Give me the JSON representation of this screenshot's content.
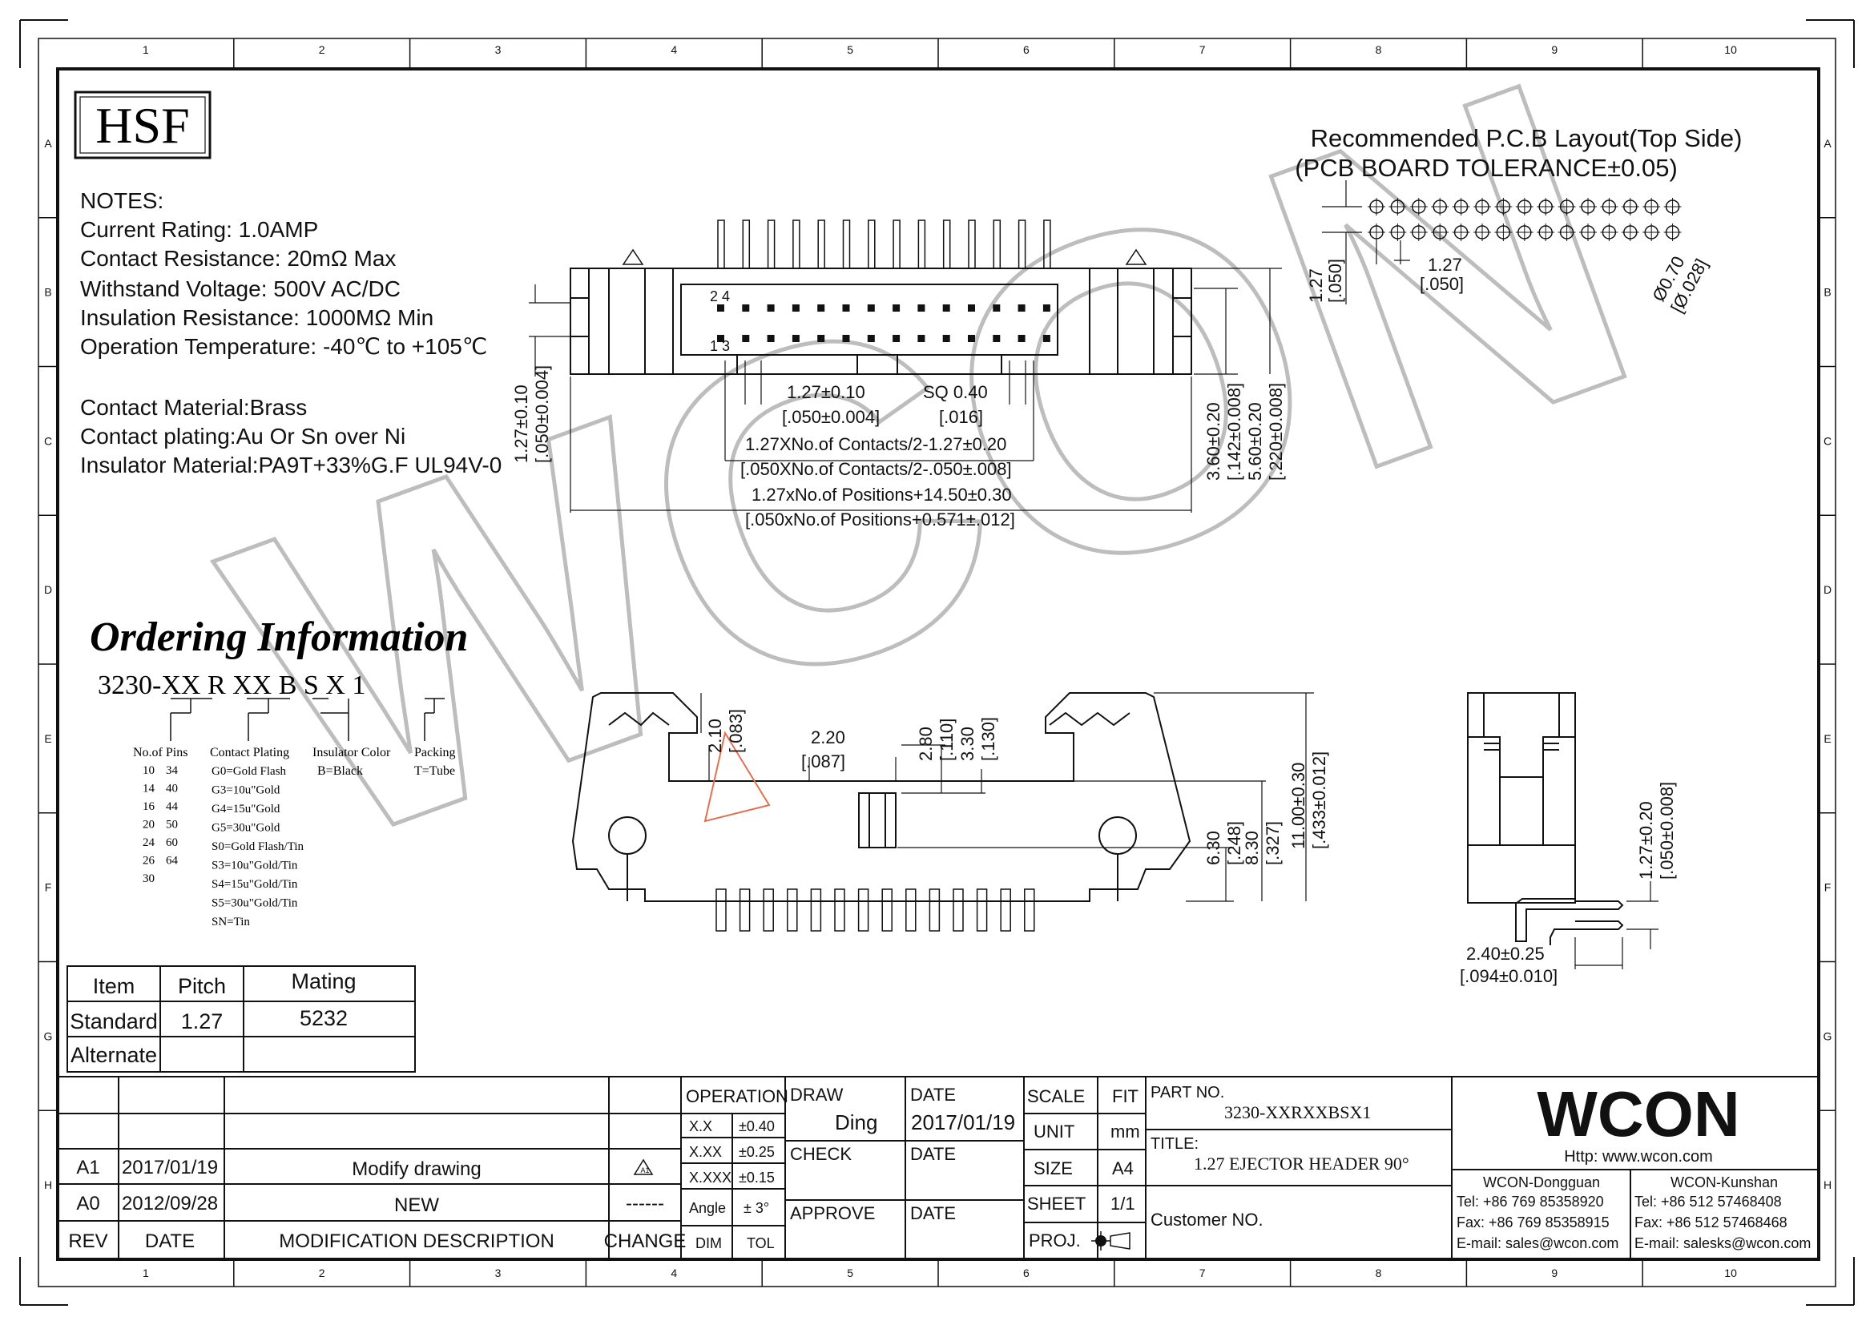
{
  "zones": {
    "columns": [
      "1",
      "2",
      "3",
      "4",
      "5",
      "6",
      "7",
      "8",
      "9",
      "10"
    ],
    "rows": [
      "A",
      "B",
      "C",
      "D",
      "E",
      "F",
      "G",
      "H"
    ]
  },
  "logo_text": "HSF",
  "watermark": "WCON",
  "notes": {
    "heading": "NOTES:",
    "lines": [
      "Current Rating: 1.0AMP",
      "Contact Resistance: 20mΩ Max",
      "Withstand Voltage: 500V AC/DC",
      "Insulation Resistance: 1000MΩ Min",
      "Operation Temperature: -40℃ to +105℃"
    ],
    "material_lines": [
      "Contact Material:Brass",
      "Contact plating:Au Or Sn over Ni",
      "Insulator Material:PA9T+33%G.F UL94V-0"
    ]
  },
  "pcb": {
    "title": "Recommended P.C.B Layout(Top Side)",
    "tolerance": "(PCB BOARD TOLERANCE±0.05)",
    "dim_vertical": "1.27",
    "dim_vertical_in": "[.050]",
    "dim_horizontal": "1.27",
    "dim_horizontal_in": "[.050]",
    "hole": "Ø0.70",
    "hole_in": "[Ø.028]"
  },
  "top_view": {
    "pin_label_top": "2  4",
    "pin_label_bottom": "1  3",
    "dim_pitch": "1.27±0.10",
    "dim_pitch_in": "[.050±0.004]",
    "dim_sq": "SQ 0.40",
    "dim_sq_in": "[.016]",
    "dim_contacts": "1.27XNo.of  Contacts/2-1.27±0.20",
    "dim_contacts_in": "[.050XNo.of  Contacts/2-.050±.008]",
    "dim_positions": "1.27xNo.of  Positions+14.50±0.30",
    "dim_positions_in": "[.050xNo.of  Positions+0.571±.012]",
    "dim_left": "1.27±0.10",
    "dim_left_in": "[.050±0.004]",
    "dim_r1": "3.60±0.20",
    "dim_r1_in": "[.142±0.008]",
    "dim_r2": "5.60±0.20",
    "dim_r2_in": "[.220±0.008]",
    "rev_mark": "A1"
  },
  "side_view": {
    "dim_a": "2.10",
    "dim_a_in": "[.083]",
    "dim_b": "2.20",
    "dim_b_in": "[.087]",
    "dim_c": "2.80",
    "dim_c_in": "[.110]",
    "dim_d": "3.30",
    "dim_d_in": "[.130]",
    "dim_e": "6.30",
    "dim_e_in": "[.248]",
    "dim_f": "8.30",
    "dim_f_in": "[.327]",
    "dim_g": "11.00±0.30",
    "dim_g_in": "[.433±0.012]"
  },
  "end_view": {
    "dim_h": "1.27±0.20",
    "dim_h_in": "[.050±0.008]",
    "dim_w": "2.40±0.25",
    "dim_w_in": "[.094±0.010]"
  },
  "ordering": {
    "title": "Ordering Information",
    "code_parts": [
      "3230-",
      "XX",
      " R ",
      "XX",
      " B ",
      "S ",
      "X",
      " 1"
    ],
    "labels": {
      "pins": "No.of Pins",
      "plating": "Contact Plating",
      "color": "Insulator Color",
      "packing": "Packing"
    },
    "pins_col1": [
      "10",
      "14",
      "16",
      "20",
      "24",
      "26",
      "30"
    ],
    "pins_col2": [
      "34",
      "40",
      "44",
      "50",
      "60",
      "64"
    ],
    "plating_options": [
      "G0=Gold Flash",
      "G3=10u\"Gold",
      "G4=15u\"Gold",
      "G5=30u\"Gold",
      "S0=Gold Flash/Tin",
      "S3=10u\"Gold/Tin",
      "S4=15u\"Gold/Tin",
      "S5=30u\"Gold/Tin",
      "SN=Tin"
    ],
    "color_options": [
      "B=Black"
    ],
    "packing_options": [
      "T=Tube"
    ]
  },
  "spec_table": {
    "headers": [
      "Item",
      "Pitch",
      "Mating"
    ],
    "rows": [
      [
        "Standard",
        "1.27",
        "5232"
      ],
      [
        "Alternate",
        "",
        ""
      ]
    ]
  },
  "revisions": {
    "headers": [
      "REV",
      "DATE",
      "MODIFICATION  DESCRIPTION",
      "CHANGE"
    ],
    "rows": [
      {
        "rev": "A1",
        "date": "2017/01/19",
        "desc": "Modify drawing",
        "change": "A1"
      },
      {
        "rev": "A0",
        "date": "2012/09/28",
        "desc": "NEW",
        "change": "------"
      }
    ]
  },
  "tolerances": {
    "heading": "OPERATION",
    "rows": [
      [
        "X.X",
        "±0.40"
      ],
      [
        "X.XX",
        "±0.25"
      ],
      [
        "X.XXX",
        "±0.15"
      ],
      [
        "Angle",
        "± 3°"
      ]
    ],
    "footer": [
      "DIM",
      "TOL"
    ]
  },
  "title_block": {
    "draw_label": "DRAW",
    "draw_value": "Ding",
    "date_label": "DATE",
    "date_value": "2017/01/19",
    "check_label": "CHECK",
    "approve_label": "APPROVE",
    "scale_label": "SCALE",
    "scale_value": "FIT",
    "unit_label": "UNIT",
    "unit_value": "mm",
    "size_label": "SIZE",
    "size_value": "A4",
    "sheet_label": "SHEET",
    "sheet_value": "1/1",
    "proj_label": "PROJ.",
    "part_label": "PART  NO.",
    "part_value": "3230-XXRXXBSX1",
    "title_label": "TITLE:",
    "title_value": "1.27 EJECTOR HEADER 90°",
    "customer_label": "Customer  NO."
  },
  "company": {
    "name": "WCON",
    "http": "Http:  www.wcon.com",
    "office1": {
      "name": "WCON-Dongguan",
      "tel": "Tel: +86 769 85358920",
      "fax": "Fax: +86 769 85358915",
      "email": "E-mail: sales@wcon.com"
    },
    "office2": {
      "name": "WCON-Kunshan",
      "tel": "Tel: +86 512 57468408",
      "fax": "Fax: +86 512 57468468",
      "email": "E-mail: salesks@wcon.com"
    }
  },
  "colors": {
    "watermark": "#bfbfbf",
    "accent": "#e07050"
  }
}
